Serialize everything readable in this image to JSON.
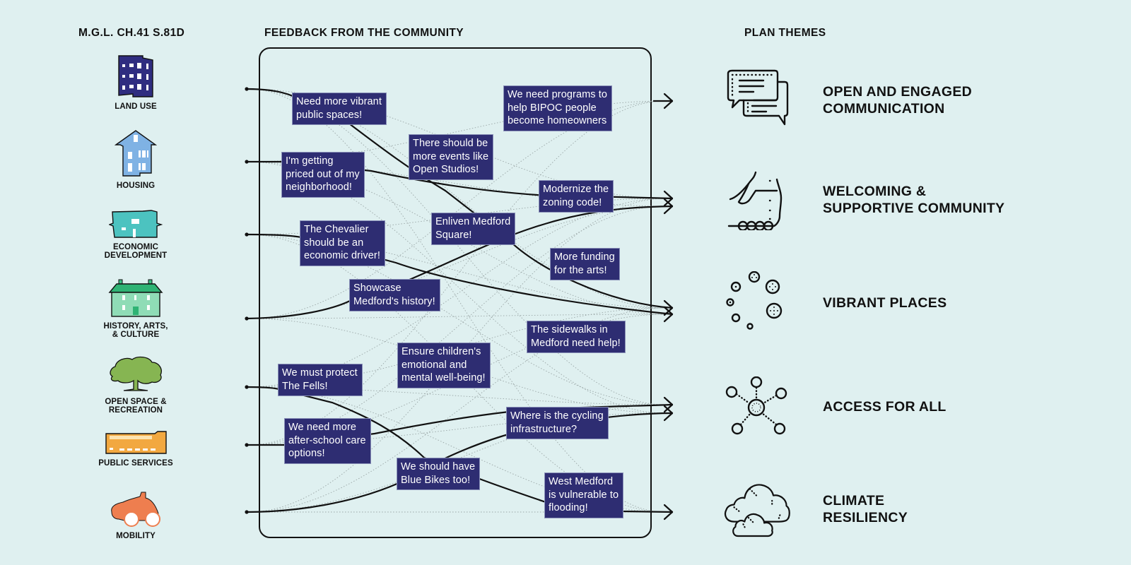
{
  "colors": {
    "background": "#dff0f0",
    "bubble_fill": "#2e2d72",
    "line": "#111111",
    "dotted_line": "#9aa6a6"
  },
  "headings": {
    "left": "M.G.L. CH.41 S.81D",
    "middle": "FEEDBACK FROM THE COMMUNITY",
    "right": "PLAN THEMES"
  },
  "categories": [
    {
      "label": "LAND USE",
      "icon": "apartment-building-icon",
      "color": "#2f2d80"
    },
    {
      "label": "HOUSING",
      "icon": "house-icon",
      "color": "#7fb2e4"
    },
    {
      "label": "ECONOMIC\nDEVELOPMENT",
      "icon": "storefront-building-icon",
      "color": "#4cc3c0"
    },
    {
      "label": "HISTORY, ARTS,\n& CULTURE",
      "icon": "historic-house-icon",
      "color": "#3fbf85"
    },
    {
      "label": "OPEN SPACE &\nRECREATION",
      "icon": "tree-icon",
      "color": "#86b552"
    },
    {
      "label": "PUBLIC SERVICES",
      "icon": "public-building-icon",
      "color": "#f2a840"
    },
    {
      "label": "MOBILITY",
      "icon": "cyclist-icon",
      "color": "#ee7e4f"
    }
  ],
  "feedback": [
    {
      "text": "Need more vibrant\npublic spaces!"
    },
    {
      "text": "We need programs to\nhelp BIPOC people\nbecome homeowners"
    },
    {
      "text": "There should be\nmore events like\nOpen Studios!"
    },
    {
      "text": "I'm getting\npriced out of my\nneighborhood!"
    },
    {
      "text": "Modernize the\nzoning code!"
    },
    {
      "text": "Enliven Medford\nSquare!"
    },
    {
      "text": "The Chevalier\nshould be an\neconomic driver!"
    },
    {
      "text": "More funding\nfor the arts!"
    },
    {
      "text": "Showcase\nMedford's history!"
    },
    {
      "text": "The sidewalks in\nMedford need help!"
    },
    {
      "text": "Ensure children's\nemotional and\nmental well-being!"
    },
    {
      "text": "We must protect\nThe Fells!"
    },
    {
      "text": "Where is the cycling\ninfrastructure?"
    },
    {
      "text": "We need more\nafter-school care\noptions!"
    },
    {
      "text": "We should have\nBlue Bikes too!"
    },
    {
      "text": "West Medford\nis vulnerable to\nflooding!"
    }
  ],
  "themes": [
    {
      "label": "OPEN AND ENGAGED\nCOMMUNICATION",
      "icon": "speech-bubbles-icon"
    },
    {
      "label": "WELCOMING &\nSUPPORTIVE COMMUNITY",
      "icon": "handshake-icon"
    },
    {
      "label": "VIBRANT PLACES",
      "icon": "circles-cluster-icon"
    },
    {
      "label": "ACCESS FOR ALL",
      "icon": "network-hub-icon"
    },
    {
      "label": "CLIMATE\nRESILIENCY",
      "icon": "clouds-icon"
    }
  ]
}
